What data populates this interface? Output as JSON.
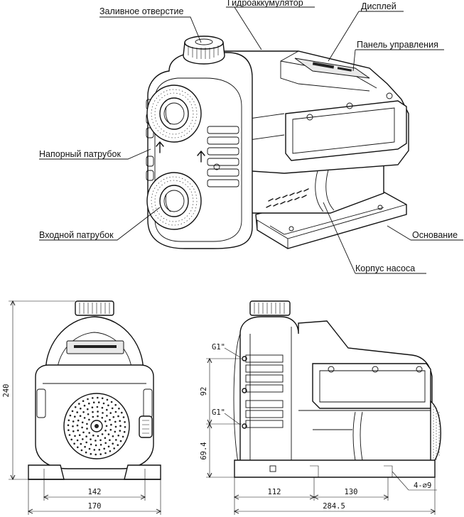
{
  "callouts": {
    "fill_hole": "Заливное отверстие",
    "accumulator": "Гидроаккумулятор",
    "display": "Дисплей",
    "control_panel": "Панель управления",
    "outlet": "Напорный патрубок",
    "inlet": "Входной патрубок",
    "base": "Основание",
    "pump_body": "Корпус насоса"
  },
  "dimensions": {
    "height": "240",
    "base_inner": "142",
    "base_width": "170",
    "thread_top": "G1\"",
    "thread_bottom": "G1\"",
    "port_spacing": "92",
    "inlet_height": "69.4",
    "front_to_mount": "112",
    "mount_spacing": "130",
    "mount_holes": "4-∅9",
    "length": "284.5"
  }
}
